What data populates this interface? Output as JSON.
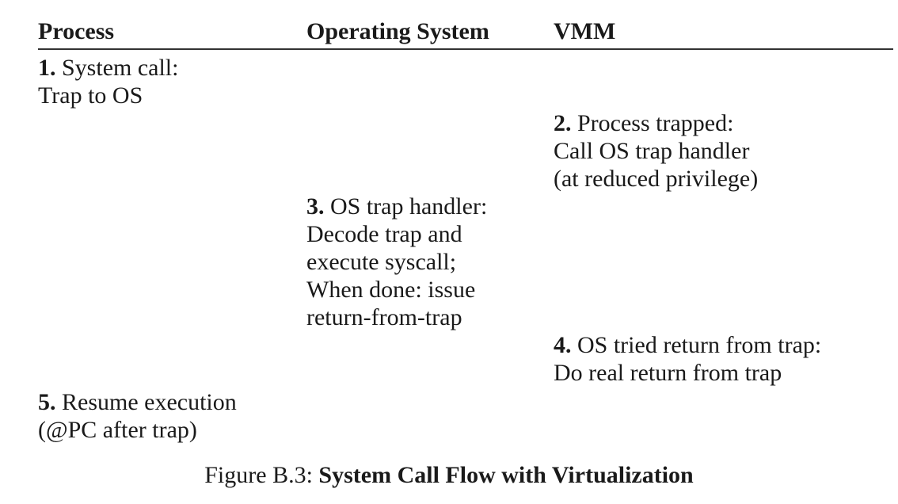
{
  "columns": {
    "process": "Process",
    "os": "Operating System",
    "vmm": "VMM"
  },
  "steps": [
    {
      "num": "1.",
      "lines": [
        "System call:",
        "Trap to OS"
      ]
    },
    {
      "num": "2.",
      "lines": [
        "Process trapped:",
        "Call OS trap handler",
        "(at reduced privilege)"
      ]
    },
    {
      "num": "3.",
      "lines": [
        "OS trap handler:",
        "Decode trap and",
        "execute syscall;",
        "When done: issue",
        "return-from-trap"
      ]
    },
    {
      "num": "4.",
      "lines": [
        "OS tried return from trap:",
        "Do real return from trap"
      ]
    },
    {
      "num": "5.",
      "lines": [
        "Resume execution",
        "(@PC after trap)"
      ]
    }
  ],
  "caption": {
    "label": "Figure B.3:",
    "title": "System Call Flow with Virtualization"
  }
}
